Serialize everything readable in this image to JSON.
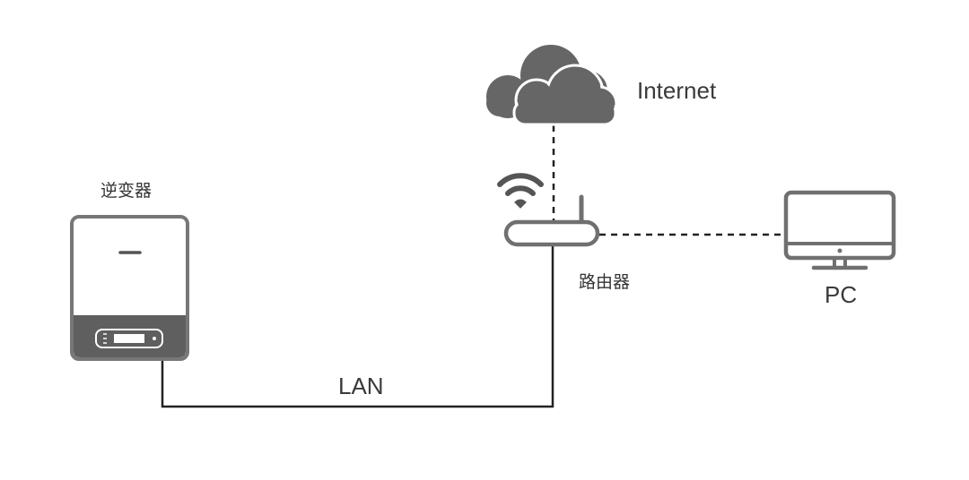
{
  "labels": {
    "internet": "Internet",
    "inverter": "逆变器",
    "router": "路由器",
    "pc": "PC",
    "lan": "LAN"
  },
  "icons": {
    "cloud": "cloud-icon",
    "wifi": "wifi-icon",
    "router": "router-icon",
    "inverter": "inverter-icon",
    "monitor": "monitor-icon"
  },
  "colors": {
    "icon_fill": "#666666",
    "icon_stroke": "#707070",
    "line": "#222222",
    "text": "#333333"
  }
}
